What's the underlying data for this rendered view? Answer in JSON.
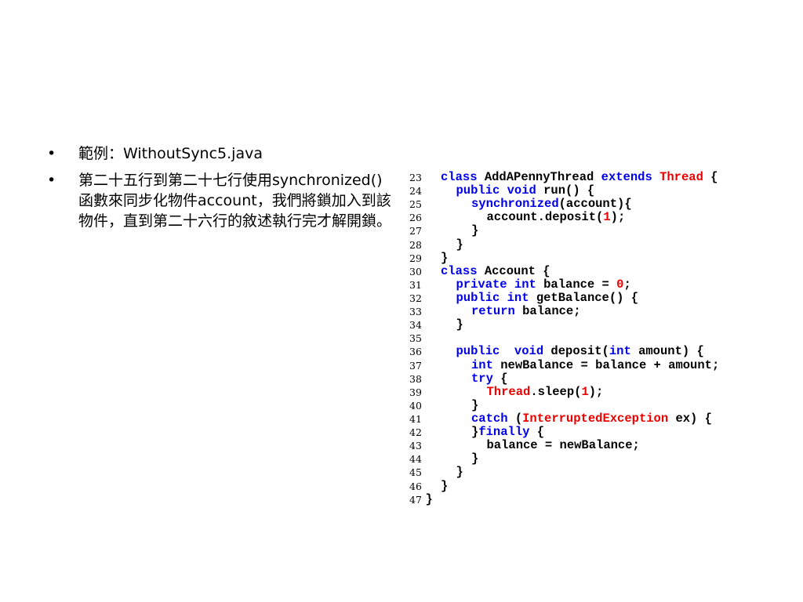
{
  "colors": {
    "keyword": "#0000ee",
    "type": "#ee0000",
    "text": "#000000",
    "background": "#ffffff"
  },
  "bullets": [
    {
      "marker": "•",
      "text": "範例：WithoutSync5.java"
    },
    {
      "marker": "•",
      "text": "第二十五行到第二十七行使用synchronized()函數來同步化物件account，我們將鎖加入到該物件，直到第二十六行的敘述執行完才解開鎖。"
    }
  ],
  "code": [
    {
      "n": "23",
      "indent": 0,
      "tokens": [
        {
          "t": "class ",
          "c": "kw"
        },
        {
          "t": "AddAPennyThread "
        },
        {
          "t": "extends ",
          "c": "kw"
        },
        {
          "t": "Thread",
          "c": "ty"
        },
        {
          "t": " {"
        }
      ]
    },
    {
      "n": "24",
      "indent": 1,
      "tokens": [
        {
          "t": "public void ",
          "c": "kw"
        },
        {
          "t": "run() {"
        }
      ]
    },
    {
      "n": "25",
      "indent": 2,
      "tokens": [
        {
          "t": "synchronized",
          "c": "kw"
        },
        {
          "t": "(account){"
        }
      ]
    },
    {
      "n": "26",
      "indent": 3,
      "tokens": [
        {
          "t": "account.deposit("
        },
        {
          "t": "1",
          "c": "ty"
        },
        {
          "t": ");"
        }
      ]
    },
    {
      "n": "27",
      "indent": 2,
      "tokens": [
        {
          "t": "}"
        }
      ]
    },
    {
      "n": "28",
      "indent": 1,
      "tokens": [
        {
          "t": "}"
        }
      ]
    },
    {
      "n": "29",
      "indent": 0,
      "tokens": [
        {
          "t": "}"
        }
      ]
    },
    {
      "n": "30",
      "indent": 0,
      "tokens": [
        {
          "t": "class ",
          "c": "kw"
        },
        {
          "t": "Account {"
        }
      ]
    },
    {
      "n": "31",
      "indent": 1,
      "tokens": [
        {
          "t": "private int ",
          "c": "kw"
        },
        {
          "t": "balance = "
        },
        {
          "t": "0",
          "c": "ty"
        },
        {
          "t": ";"
        }
      ]
    },
    {
      "n": "32",
      "indent": 1,
      "tokens": [
        {
          "t": "public int ",
          "c": "kw"
        },
        {
          "t": "getBalance() {"
        }
      ]
    },
    {
      "n": "33",
      "indent": 2,
      "tokens": [
        {
          "t": "return ",
          "c": "kw"
        },
        {
          "t": "balance;"
        }
      ]
    },
    {
      "n": "34",
      "indent": 1,
      "tokens": [
        {
          "t": "}"
        }
      ]
    },
    {
      "n": "35",
      "indent": 0,
      "tokens": []
    },
    {
      "n": "36",
      "indent": 1,
      "tokens": [
        {
          "t": "public  void ",
          "c": "kw"
        },
        {
          "t": "deposit("
        },
        {
          "t": "int ",
          "c": "kw"
        },
        {
          "t": "amount) {"
        }
      ]
    },
    {
      "n": "37",
      "indent": 2,
      "tokens": [
        {
          "t": "int ",
          "c": "kw"
        },
        {
          "t": "newBalance = balance + amount;"
        }
      ]
    },
    {
      "n": "38",
      "indent": 2,
      "tokens": [
        {
          "t": "try ",
          "c": "kw"
        },
        {
          "t": "{"
        }
      ]
    },
    {
      "n": "39",
      "indent": 3,
      "tokens": [
        {
          "t": "Thread",
          "c": "ty"
        },
        {
          "t": ".sleep("
        },
        {
          "t": "1",
          "c": "ty"
        },
        {
          "t": ");"
        }
      ]
    },
    {
      "n": "40",
      "indent": 2,
      "tokens": [
        {
          "t": "}"
        }
      ]
    },
    {
      "n": "41",
      "indent": 2,
      "tokens": [
        {
          "t": "catch ",
          "c": "kw"
        },
        {
          "t": "("
        },
        {
          "t": "InterruptedException",
          "c": "ty"
        },
        {
          "t": " ex) {"
        }
      ]
    },
    {
      "n": "42",
      "indent": 2,
      "tokens": [
        {
          "t": "}"
        },
        {
          "t": "finally ",
          "c": "kw"
        },
        {
          "t": "{"
        }
      ]
    },
    {
      "n": "43",
      "indent": 3,
      "tokens": [
        {
          "t": "balance = newBalance;"
        }
      ]
    },
    {
      "n": "44",
      "indent": 2,
      "tokens": [
        {
          "t": "}"
        }
      ]
    },
    {
      "n": "45",
      "indent": 1,
      "tokens": [
        {
          "t": "}"
        }
      ]
    },
    {
      "n": "46",
      "indent": 0,
      "tokens": [
        {
          "t": "}"
        }
      ]
    },
    {
      "n": "47",
      "indent": -1,
      "tokens": [
        {
          "t": "}"
        }
      ]
    }
  ]
}
